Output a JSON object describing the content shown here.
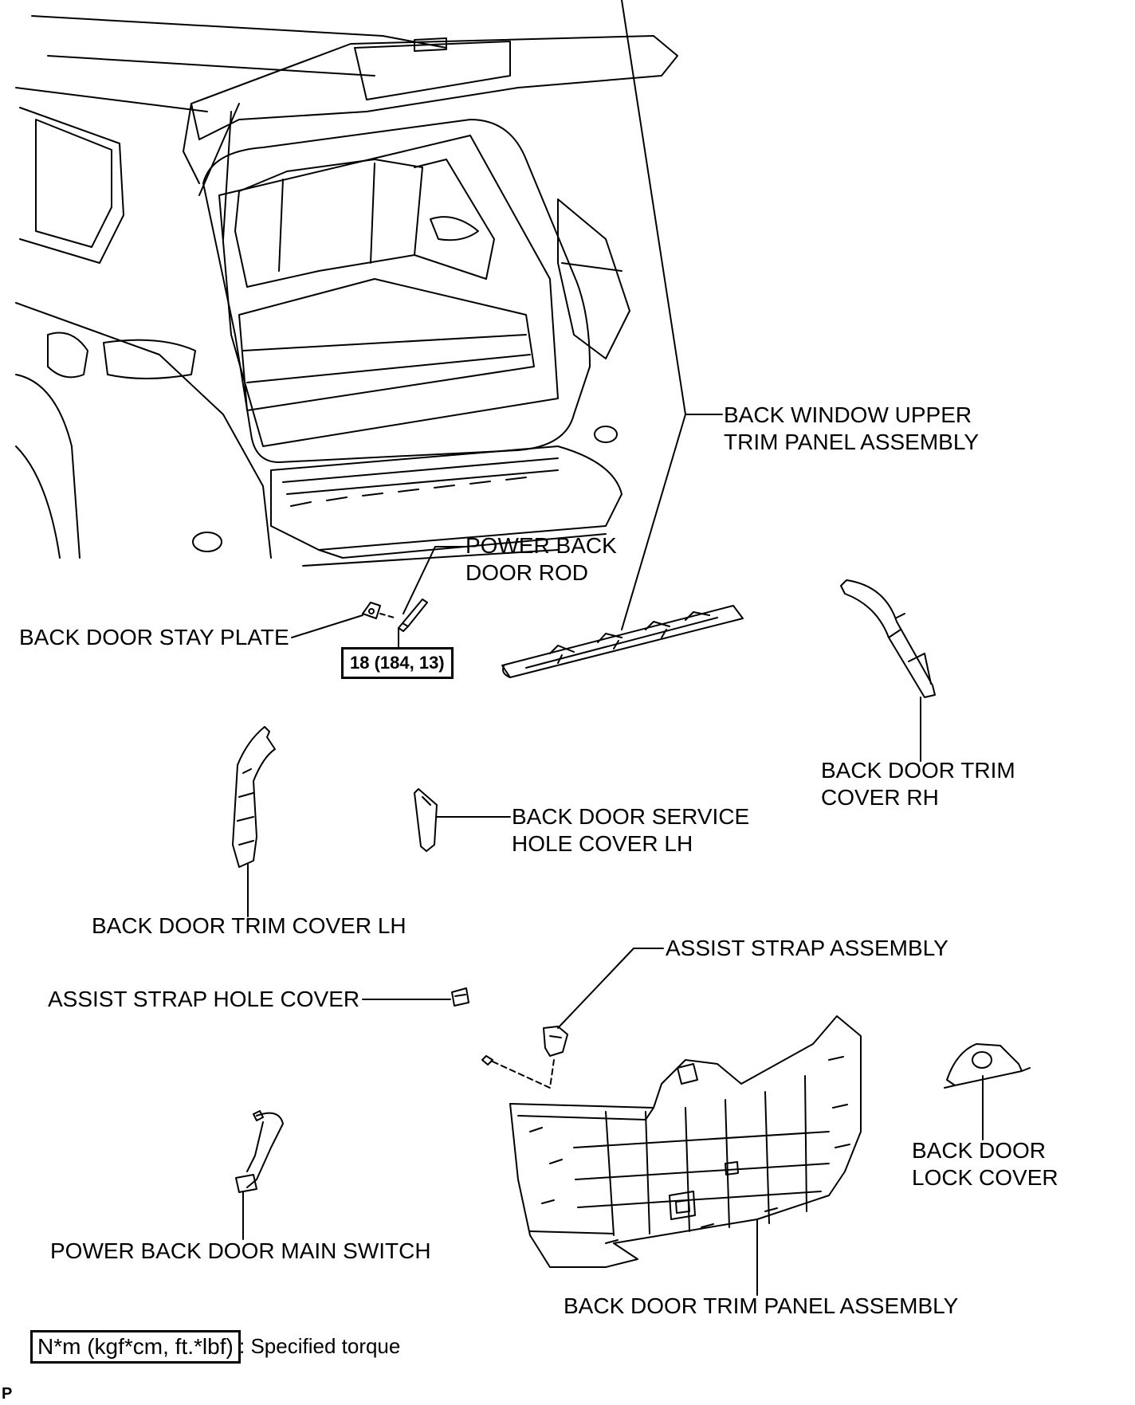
{
  "labels": {
    "back_window_upper_1": "BACK WINDOW UPPER",
    "back_window_upper_2": "TRIM PANEL ASSEMBLY",
    "power_back_door_rod_1": "POWER BACK",
    "power_back_door_rod_2": "DOOR ROD",
    "back_door_stay_plate": "BACK DOOR STAY PLATE",
    "back_door_trim_cover_rh_1": "BACK DOOR TRIM",
    "back_door_trim_cover_rh_2": "COVER RH",
    "back_door_service_hole_cover_1": "BACK DOOR SERVICE",
    "back_door_service_hole_cover_2": "HOLE COVER LH",
    "back_door_trim_cover_lh": "BACK DOOR TRIM COVER LH",
    "assist_strap_assembly": "ASSIST STRAP ASSEMBLY",
    "assist_strap_hole_cover": "ASSIST STRAP HOLE COVER",
    "back_door_lock_cover_1": "BACK DOOR",
    "back_door_lock_cover_2": "LOCK COVER",
    "power_back_door_main_switch": "POWER BACK DOOR MAIN SWITCH",
    "back_door_trim_panel_assembly": "BACK DOOR TRIM PANEL ASSEMBLY"
  },
  "torque": {
    "stay_plate_value": "18 (184, 13)"
  },
  "legend": {
    "unit": "N*m (kgf*cm, ft.*lbf)",
    "text": ": Specified torque"
  },
  "code": "P"
}
